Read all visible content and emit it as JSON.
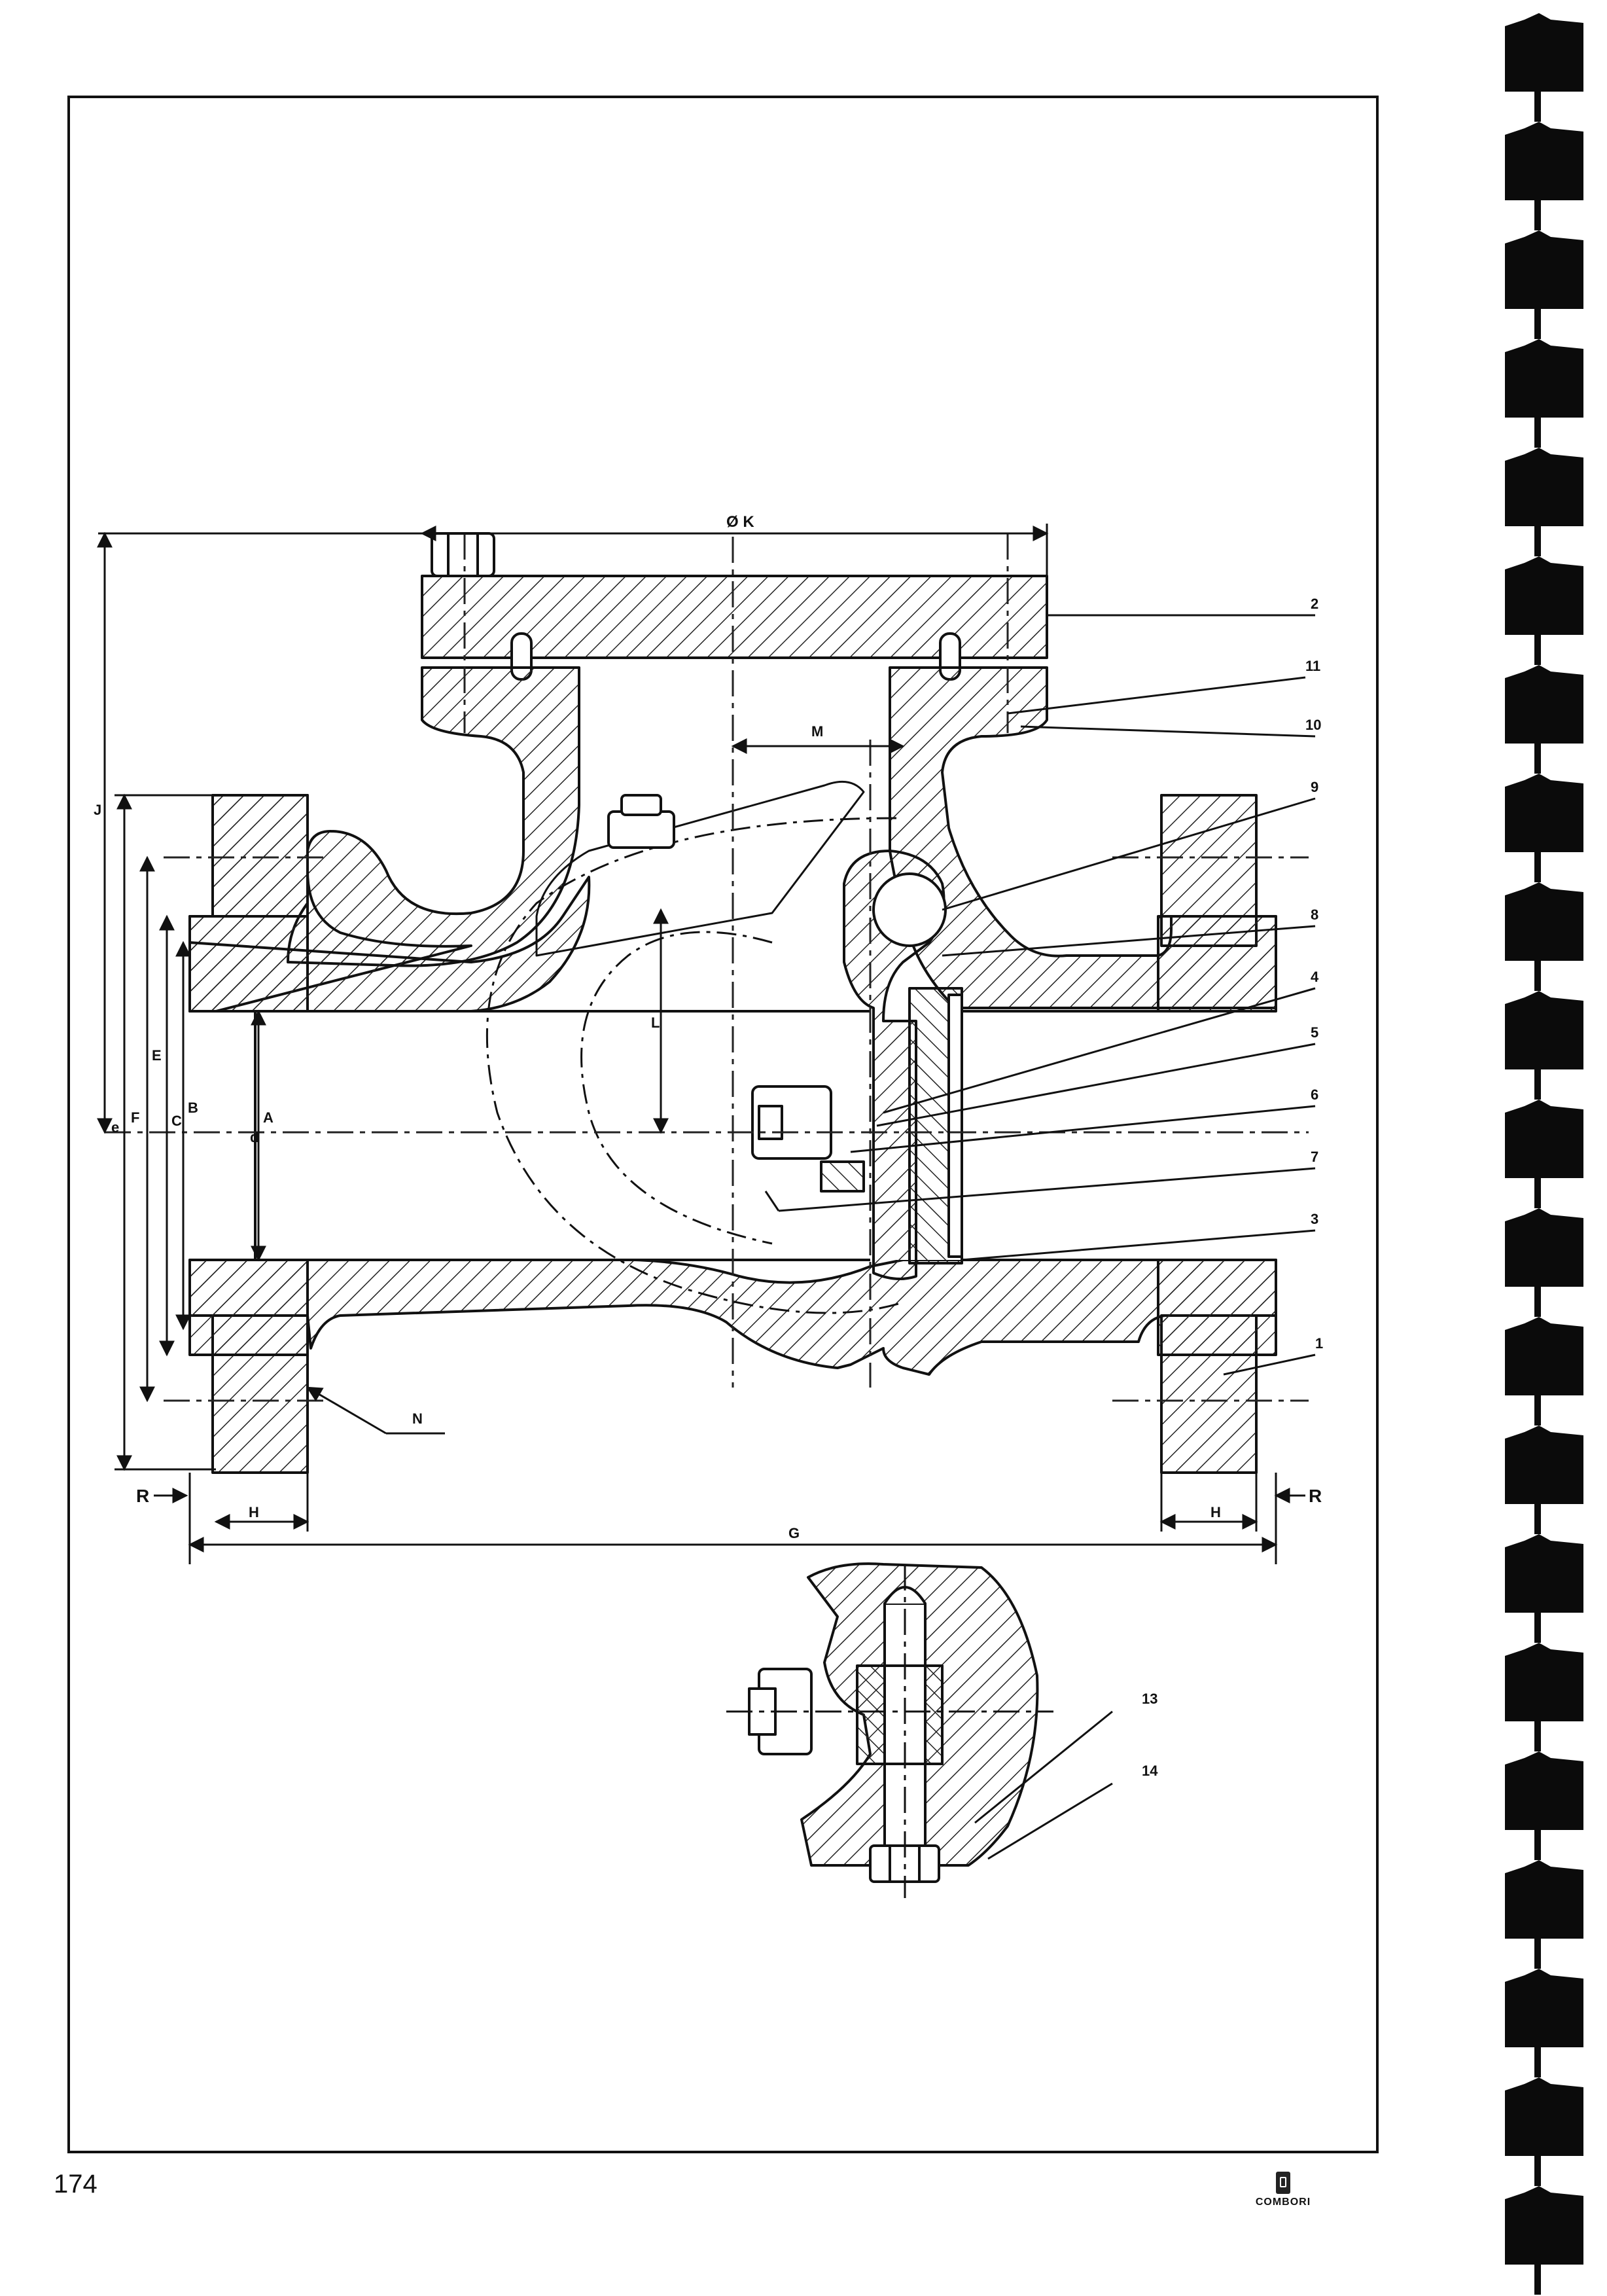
{
  "page": {
    "number": "174"
  },
  "logo": {
    "text": "COMBORI"
  },
  "dimensions": {
    "k": "Ø K",
    "m": "M",
    "l": "L",
    "j": "J",
    "e_left": "e",
    "f": "F",
    "e": "E",
    "c": "C",
    "b": "B",
    "a": "A",
    "d": "d",
    "n": "N",
    "g": "G",
    "h_left": "H",
    "h_right": "H",
    "r_left": "R",
    "r_right": "R"
  },
  "callouts": [
    "2",
    "11",
    "10",
    "9",
    "8",
    "4",
    "5",
    "6",
    "7",
    "3",
    "1",
    "13",
    "14"
  ]
}
